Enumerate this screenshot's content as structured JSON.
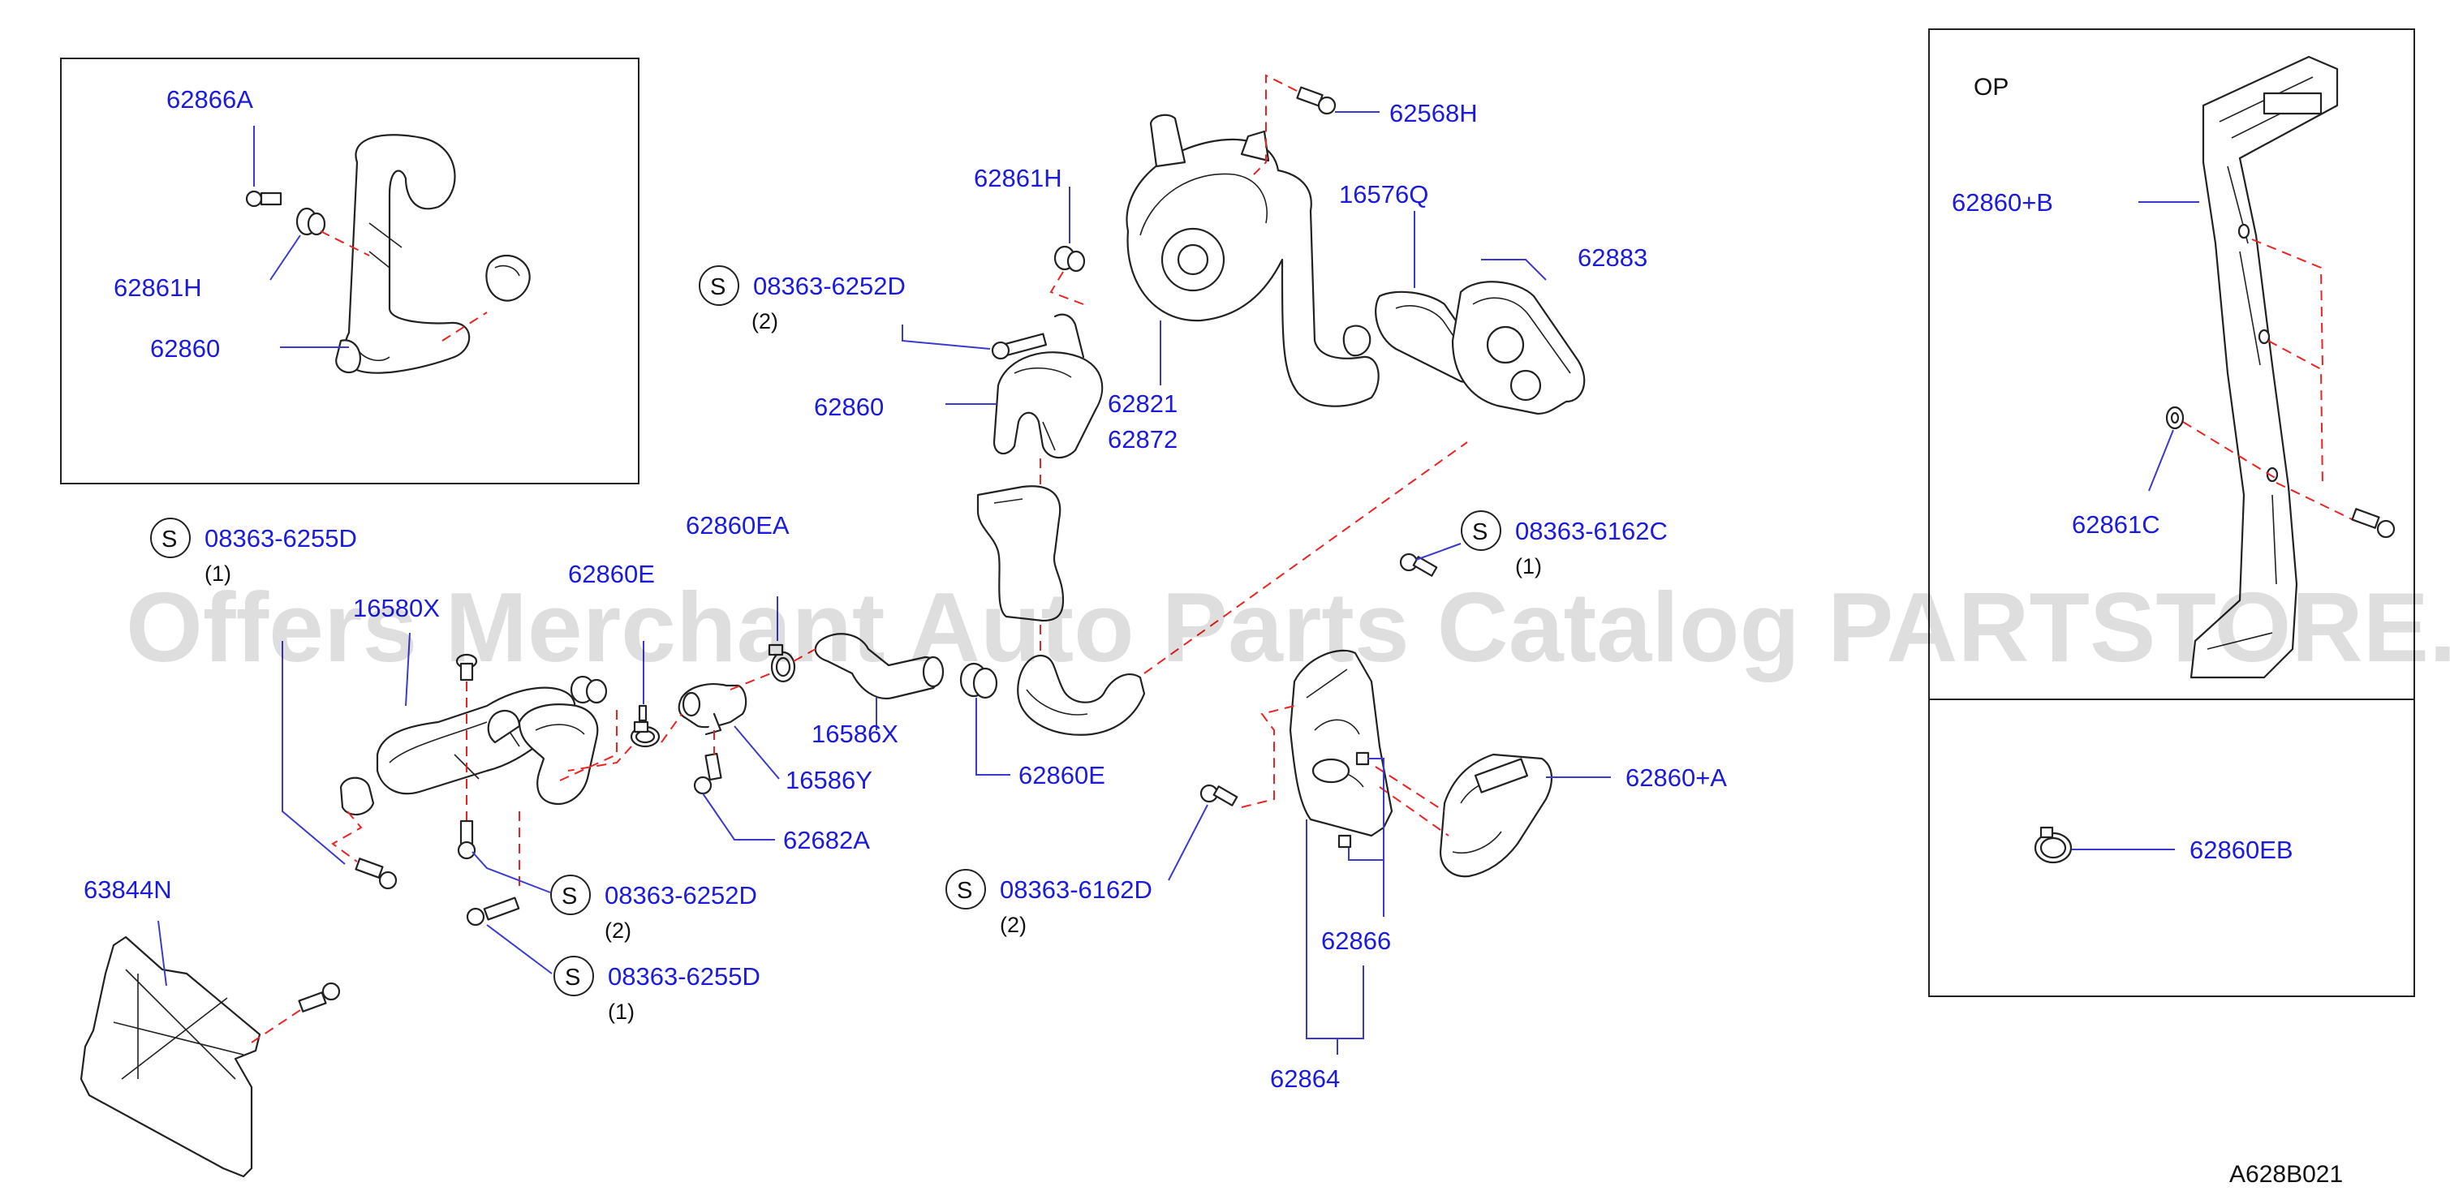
{
  "watermark": "Offers Merchant Auto Parts Catalog PARTSTORE.SA",
  "diagram_code": "A628B021",
  "option_box_label": "OP",
  "inset_labels": {
    "p62866A": "62866A",
    "p62861H": "62861H",
    "p62860": "62860"
  },
  "labels": {
    "p62568H": "62568H",
    "p62861H": "62861H",
    "p16576Q": "16576Q",
    "p62883": "62883",
    "p62821": "62821",
    "p62872": "62872",
    "p62860": "62860",
    "p62860EA": "62860EA",
    "p62860E_left": "62860E",
    "p16580X": "16580X",
    "p16586X": "16586X",
    "p16586Y": "16586Y",
    "p62682A": "62682A",
    "p62860E_mid": "62860E",
    "p62860A": "62860+A",
    "p62866": "62866",
    "p62864": "62864",
    "p63844N": "63844N",
    "p62860B": "62860+B",
    "p62861C": "62861C",
    "p62860EB": "62860EB"
  },
  "screws": {
    "s1": {
      "code": "08363-6252D",
      "qty": "(2)"
    },
    "s2": {
      "code": "08363-6255D",
      "qty": "(1)"
    },
    "s3": {
      "code": "08363-6162C",
      "qty": "(1)"
    },
    "s4": {
      "code": "08363-6252D",
      "qty": "(2)"
    },
    "s5": {
      "code": "08363-6255D",
      "qty": "(1)"
    },
    "s6": {
      "code": "08363-6162D",
      "qty": "(2)"
    }
  },
  "screw_symbol": "S",
  "colors": {
    "label": "#1a1ae0",
    "dashed_line": "#e22222",
    "outline": "#222222"
  }
}
